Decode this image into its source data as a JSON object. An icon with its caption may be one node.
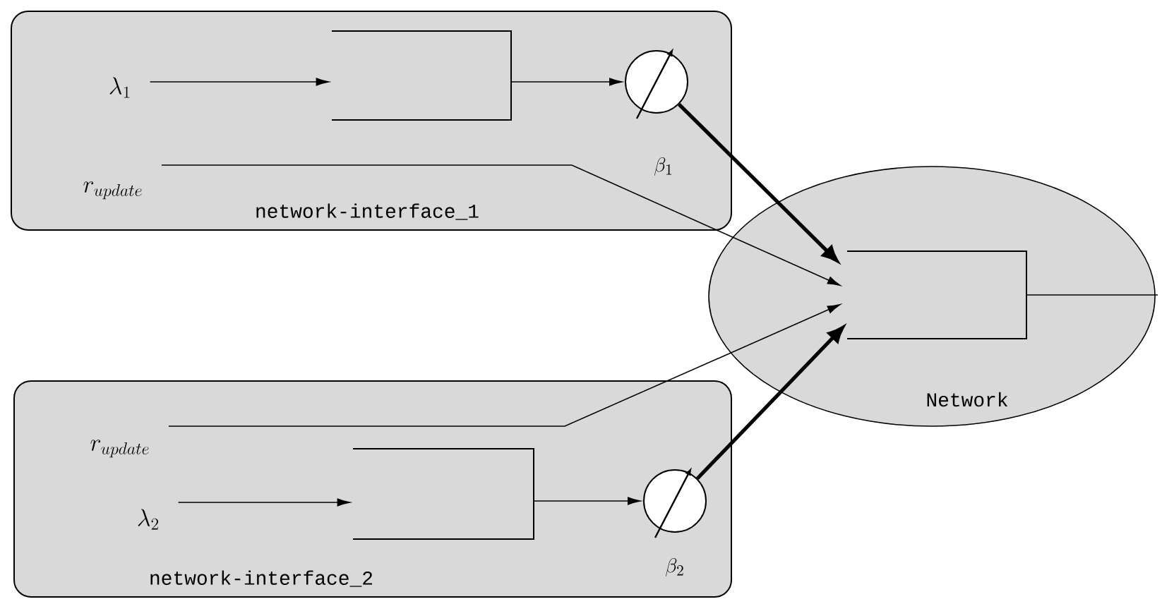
{
  "diagram": {
    "nodes": [
      {
        "text": [
          "network-interface_1"
        ]
      },
      {
        "text": [],
        "shape": "box",
        "in": 0
      },
      {
        "text": [],
        "shape": "circle",
        "in": 0,
        "beside": [
          "\\beta_1"
        ]
      },
      {
        "text": [
          "\\lambda_1"
        ],
        "in": 0
      },
      {
        "text": [
          "r_{update}"
        ],
        "in": 0
      },
      {
        "text": [
          "network-interface_2"
        ]
      },
      {
        "text": [
          "r_{update}"
        ],
        "in": 5
      },
      {
        "text": [
          "\\lambda_2"
        ],
        "in": 5
      },
      {
        "text": [],
        "shape": "box",
        "in": 5
      },
      {
        "text": [],
        "shape": "circle",
        "in": 5,
        "beside": [
          "\\beta_2"
        ]
      },
      {
        "text": [
          "Network"
        ]
      },
      {
        "text": [],
        "shape": "box",
        "in": 10
      }
    ],
    "edges": [
      {
        "from": 3,
        "to": 1,
        "arrow": "to"
      },
      {
        "from": 1,
        "to": 2,
        "arrow": "to"
      },
      {
        "from": 2,
        "to": 11,
        "arrow": "to",
        "style": "thick"
      },
      {
        "from": 4,
        "to": 11,
        "arrow": "to"
      },
      {
        "from": 6,
        "to": 11,
        "arrow": "to"
      },
      {
        "from": 7,
        "to": 8,
        "arrow": "to"
      },
      {
        "from": 8,
        "to": 9,
        "arrow": "to"
      },
      {
        "from": 9,
        "to": 11,
        "arrow": "to",
        "style": "thick"
      },
      {
        "from": 11,
        "to": null,
        "arrow": "none"
      }
    ]
  }
}
